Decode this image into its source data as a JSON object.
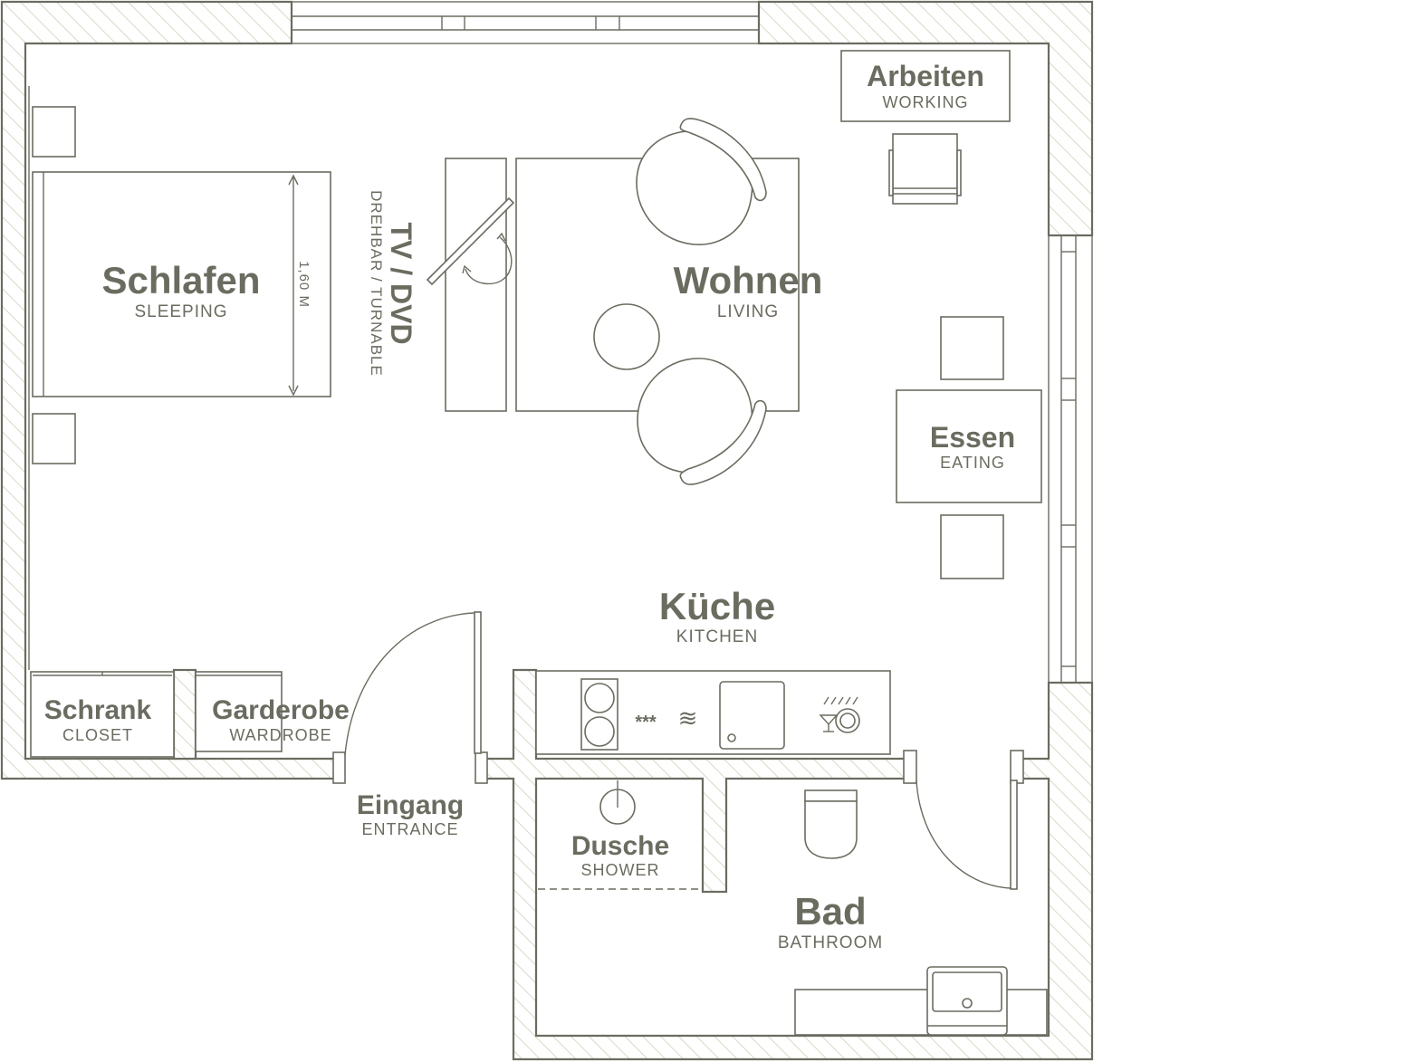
{
  "colors": {
    "line": "#6b6c60",
    "hatch": "#d8d9c8",
    "background": "#ffffff"
  },
  "rooms": {
    "sleeping": {
      "name": "Schlafen",
      "sub": "SLEEPING",
      "bed_width": "1,60 M"
    },
    "tv": {
      "name": "TV / DVD",
      "sub": "DREHBAR / TURNABLE"
    },
    "living": {
      "name": "Wohnen",
      "sub": "LIVING"
    },
    "working": {
      "name": "Arbeiten",
      "sub": "WORKING"
    },
    "eating": {
      "name": "Essen",
      "sub": "EATING"
    },
    "kitchen": {
      "name": "Küche",
      "sub": "KITCHEN"
    },
    "closet": {
      "name": "Schrank",
      "sub": "CLOSET"
    },
    "wardrobe": {
      "name": "Garderobe",
      "sub": "WARDROBE"
    },
    "entrance": {
      "name": "Eingang",
      "sub": "ENTRANCE"
    },
    "shower": {
      "name": "Dusche",
      "sub": "SHOWER"
    },
    "bathroom": {
      "name": "Bad",
      "sub": "BATHROOM"
    }
  },
  "icons": {
    "induction": "***",
    "steam": "≋"
  }
}
